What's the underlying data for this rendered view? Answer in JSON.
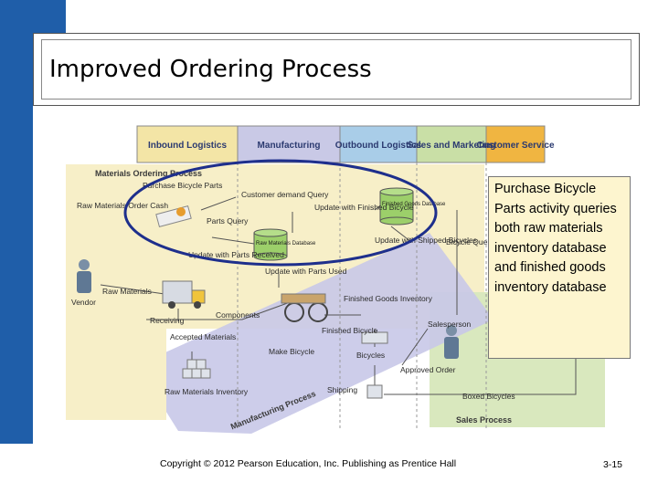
{
  "slide": {
    "title": "Improved Ordering Process",
    "callout": "Purchase Bicycle Parts activity queries both raw materials inventory database and finished goods inventory database",
    "copyright": "Copyright © 2012 Pearson Education, Inc. Publishing as Prentice Hall",
    "slide_number": "3-15"
  },
  "colors": {
    "accent_blue": "#1f5ea9",
    "highlight_ellipse": "#1e2f8c",
    "inbound": "#f3e5a6",
    "manufacturing": "#c9c9e6",
    "outbound": "#a9cde8",
    "sales": "#c9dfa6",
    "service": "#f0b541"
  },
  "departments": [
    "Inbound Logistics",
    "Manufacturing",
    "Outbound Logistics",
    "Sales and Marketing",
    "Customer Service"
  ],
  "processes": {
    "materials_ordering": "Materials Ordering Process",
    "manufacturing": "Manufacturing Process",
    "sales": "Sales Process"
  },
  "labels": {
    "purchase_bicycle_parts": "Purchase Bicycle Parts",
    "raw_materials_order_cash": "Raw Materials Order Cash",
    "customer_demand_query": "Customer demand Query",
    "update_with_finished_bicycle": "Update with Finished Bicycle",
    "parts_query": "Parts Query",
    "update_with_parts_received": "Update with Parts Received",
    "raw_materials_database": "Raw Materials Database",
    "update_with_parts_used": "Update with Parts Used",
    "finished_goods_database": "Finished Goods Database",
    "update_with_shipped_bicycles": "Update with Shipped Bicycles",
    "bicycle_query": "Bicycle Query",
    "vendor": "Vendor",
    "raw_materials": "Raw Materials",
    "receiving": "Receiving",
    "components": "Components",
    "finished_goods_inventory": "Finished Goods Inventory",
    "salesperson": "Salesperson",
    "accepted_materials": "Accepted Materials",
    "make_bicycle": "Make Bicycle",
    "finished_bicycle": "Finished Bicycle",
    "bicycles": "Bicycles",
    "approved_order": "Approved Order",
    "raw_materials_inventory": "Raw Materials Inventory",
    "shipping": "Shipping",
    "boxed_bicycles": "Boxed Bicycles"
  }
}
